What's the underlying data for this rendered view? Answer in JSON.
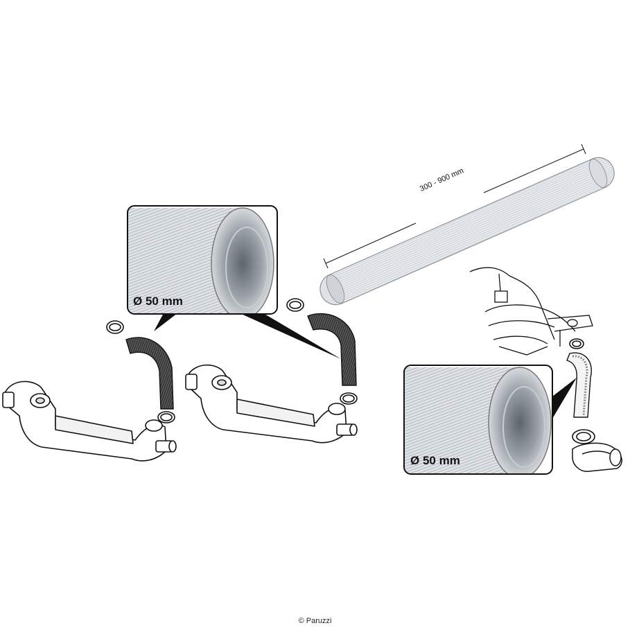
{
  "callout_left": {
    "label": "Ø 50 mm"
  },
  "callout_right": {
    "label": "Ø 50 mm"
  },
  "long_pipe": {
    "length_label": "300 - 900 mm"
  },
  "footer": {
    "copyright": "© Paruzzi"
  },
  "colors": {
    "outline": "#111111",
    "aluminium_light": "#e6e9ec",
    "aluminium_mid": "#b9bec4",
    "aluminium_dark": "#7d838a",
    "hose_dark": "#2e2e2e"
  },
  "icons": [
    "flexible-hose-icon",
    "heater-box-icon",
    "hose-clamp-icon",
    "engine-fan-housing-icon"
  ]
}
